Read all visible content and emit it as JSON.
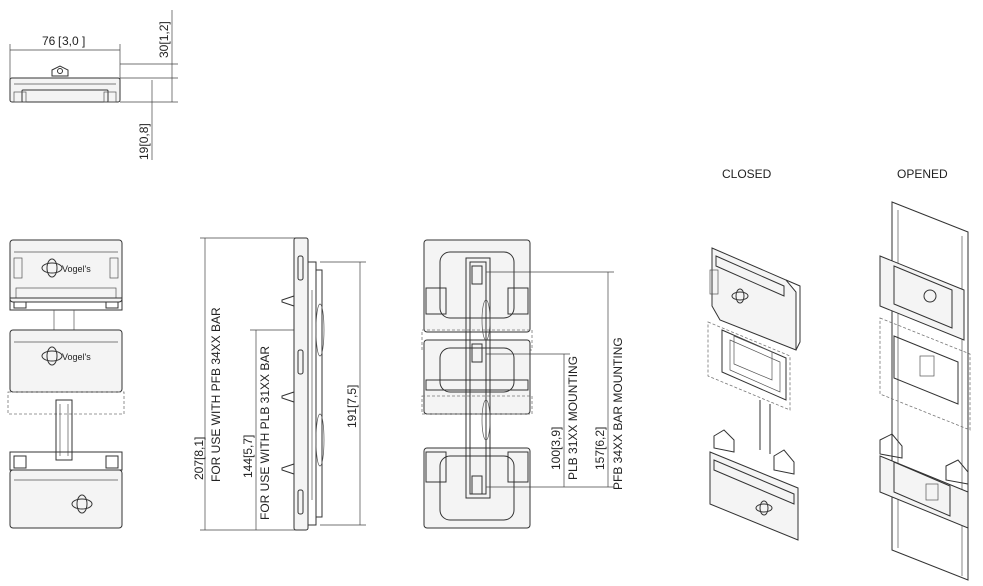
{
  "views": {
    "closed_label": "CLOSED",
    "opened_label": "OPENED"
  },
  "dimensions": {
    "top_width": "76",
    "top_width_in": "3,0",
    "top_height": "30",
    "top_height_in": "1,2",
    "top_depth": "19",
    "top_depth_in": "0,8",
    "overall_height": "207",
    "overall_height_in": "8,1",
    "overall_note": "FOR USE WITH PFB 34XX BAR",
    "mid_height": "144",
    "mid_height_in": "5,7",
    "mid_note": "FOR USE WITH PLB 31XX BAR",
    "side_height": "191",
    "side_height_in": "7,5",
    "plb_mount": "100",
    "plb_mount_in": "3,9",
    "plb_note": "PLB 31XX MOUNTING",
    "pfb_mount": "157",
    "pfb_mount_in": "6,2",
    "pfb_note": "PFB 34XX BAR MOUNTING"
  },
  "brand": {
    "logo_text": "Vogel's"
  }
}
